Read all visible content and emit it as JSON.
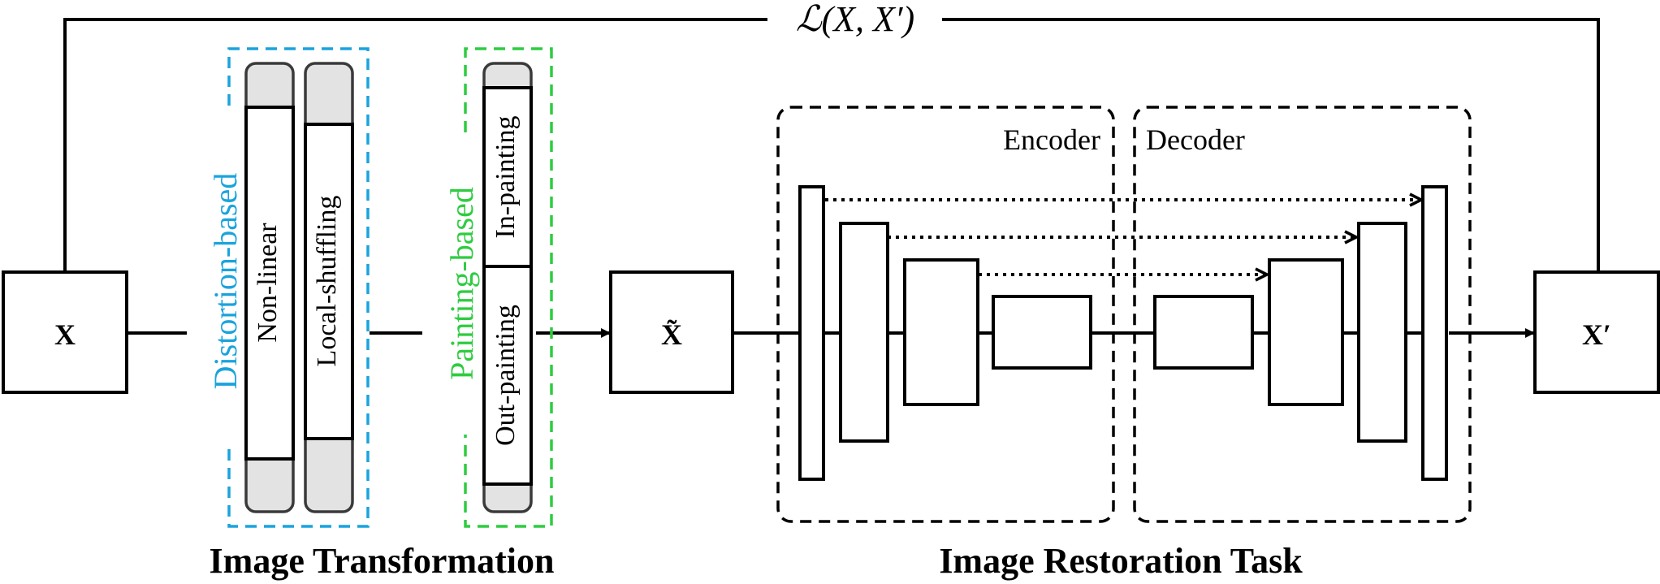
{
  "loss_label": "ℒ(X, X′)",
  "nodes": {
    "input": "X",
    "transformed": "X̃",
    "output": "X′"
  },
  "transformation": {
    "title": "Image Transformation",
    "distortion": {
      "group_label": "Distortion-based",
      "group_color": "#1aa3dd",
      "items": [
        "Non-linear",
        "Local-shuffling"
      ]
    },
    "painting": {
      "group_label": "Painting-based",
      "group_color": "#2ecc40",
      "items": [
        "In-painting",
        "Out-painting"
      ]
    }
  },
  "restoration": {
    "title": "Image Restoration Task",
    "encoder_label": "Encoder",
    "decoder_label": "Decoder"
  }
}
